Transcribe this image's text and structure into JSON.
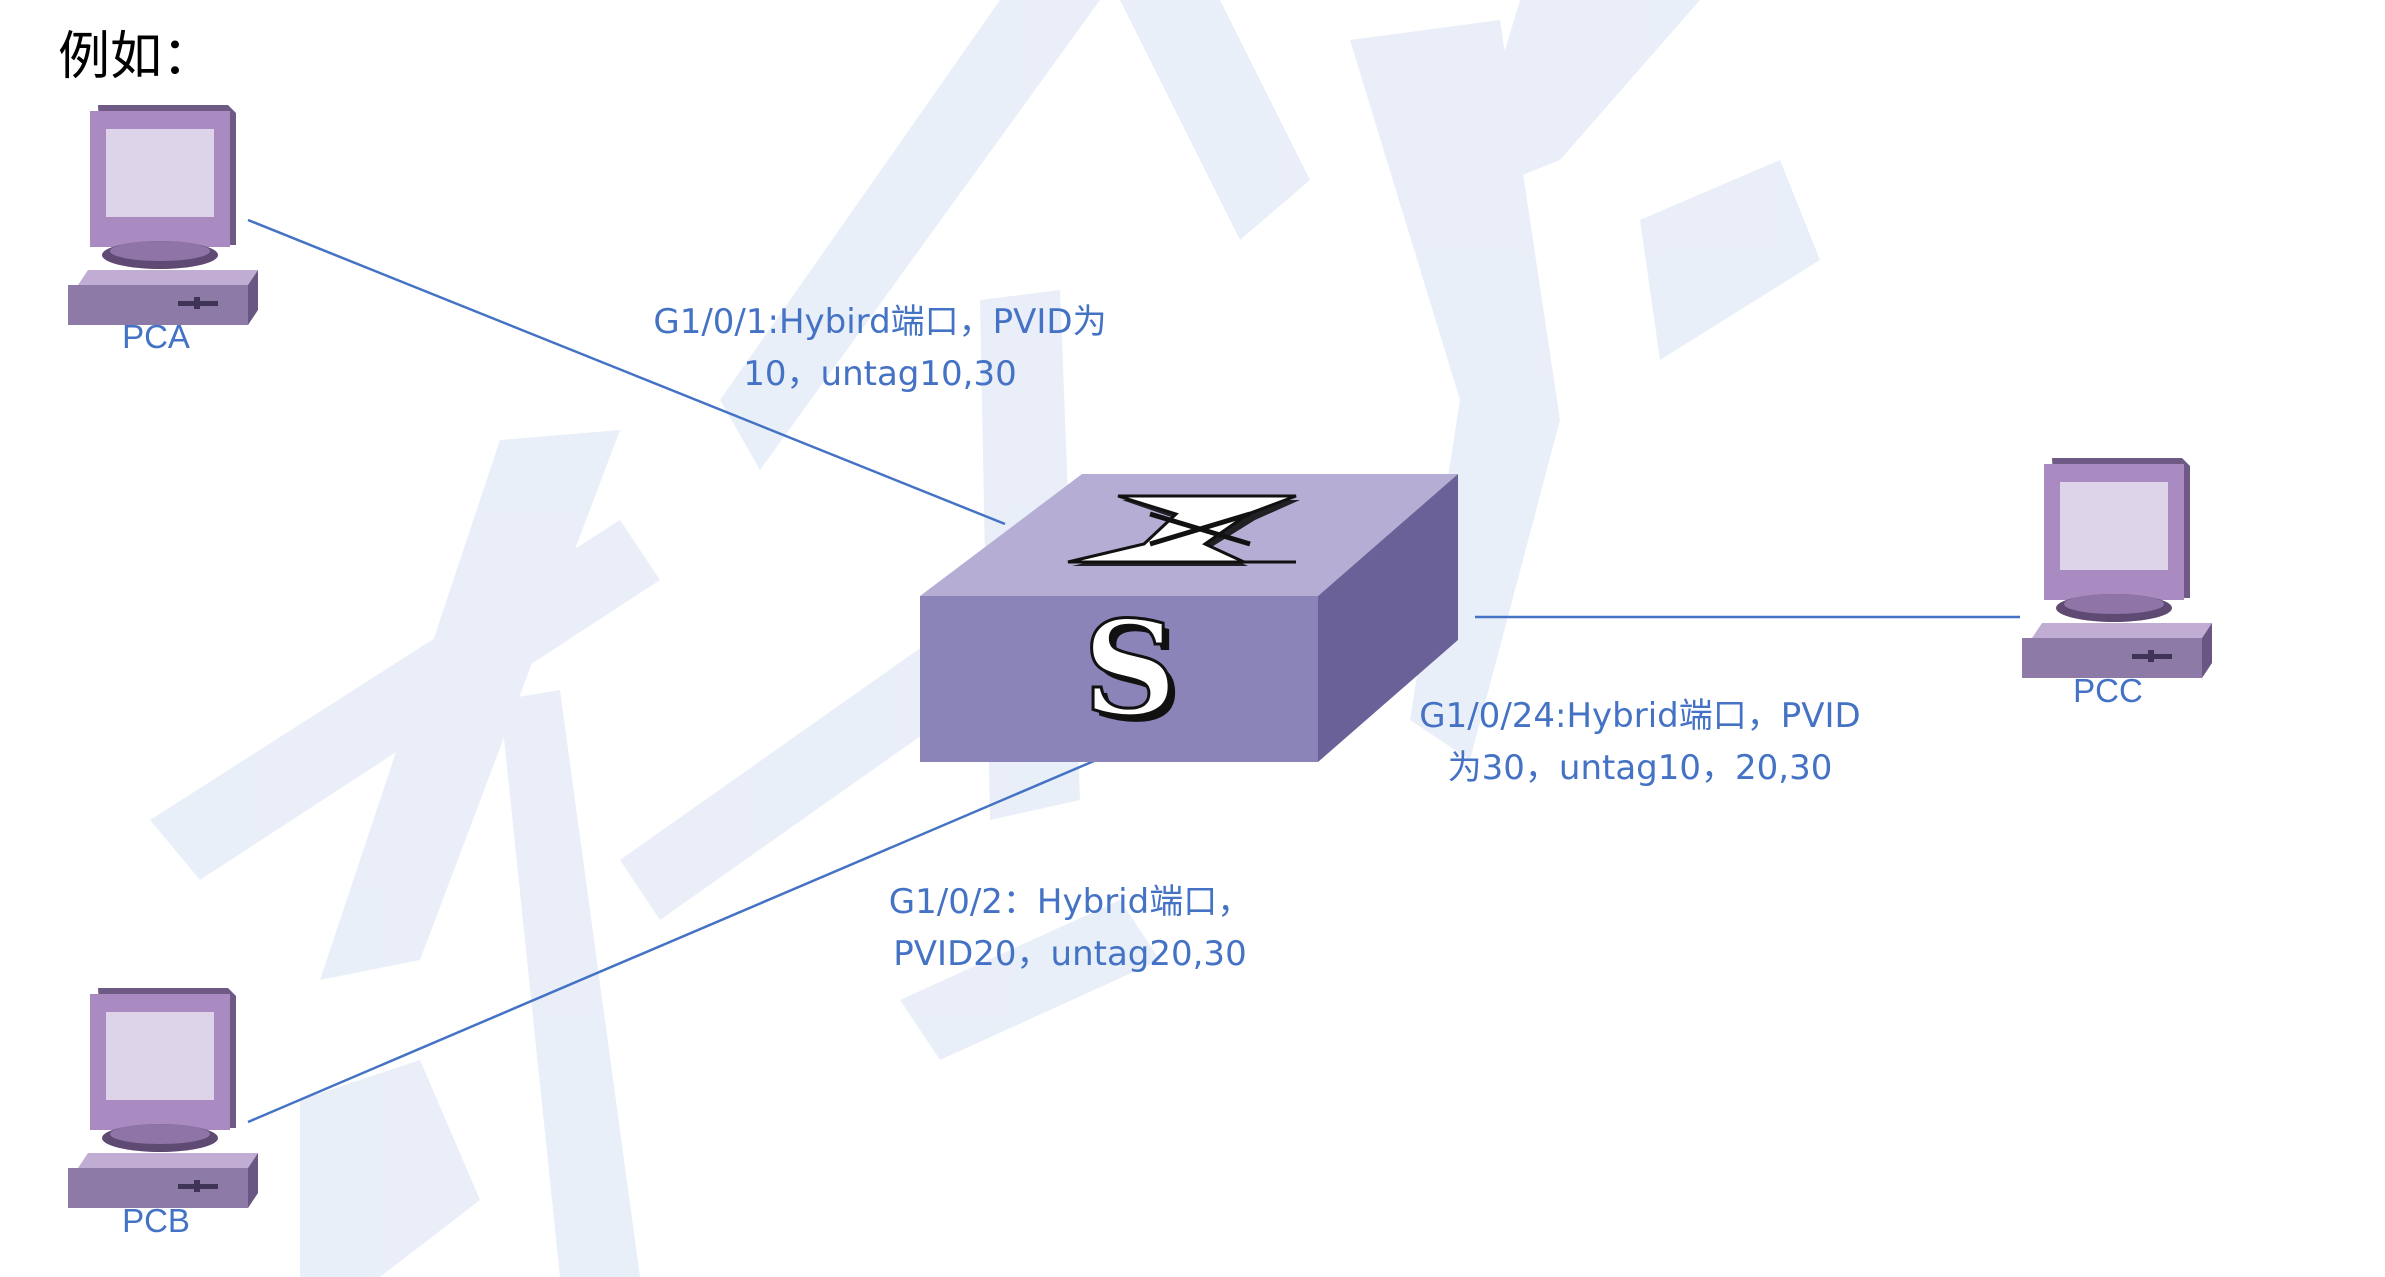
{
  "heading": "例如：",
  "pcs": {
    "pca": {
      "label": "PCA"
    },
    "pcb": {
      "label": "PCB"
    },
    "pcc": {
      "label": "PCC"
    }
  },
  "switch": {
    "front_letter": "S"
  },
  "ports": {
    "g1": {
      "line1": "G1/0/1:Hybird端口，PVID为",
      "line2": "10，untag10,30"
    },
    "g2": {
      "line1": "G1/0/2：Hybrid端口，",
      "line2": "PVID20，untag20,30"
    },
    "g24": {
      "line1": "G1/0/24:Hybrid端口，PVID",
      "line2": "为30，untag10，20,30"
    }
  },
  "colors": {
    "link": "#4472c4",
    "label_text": "#4472c4",
    "pc_body": "#9b7fb0",
    "switch_top": "#b6add5",
    "switch_front": "#8a84b8",
    "switch_side": "#6b6199",
    "watermark": "#e8eef8"
  }
}
